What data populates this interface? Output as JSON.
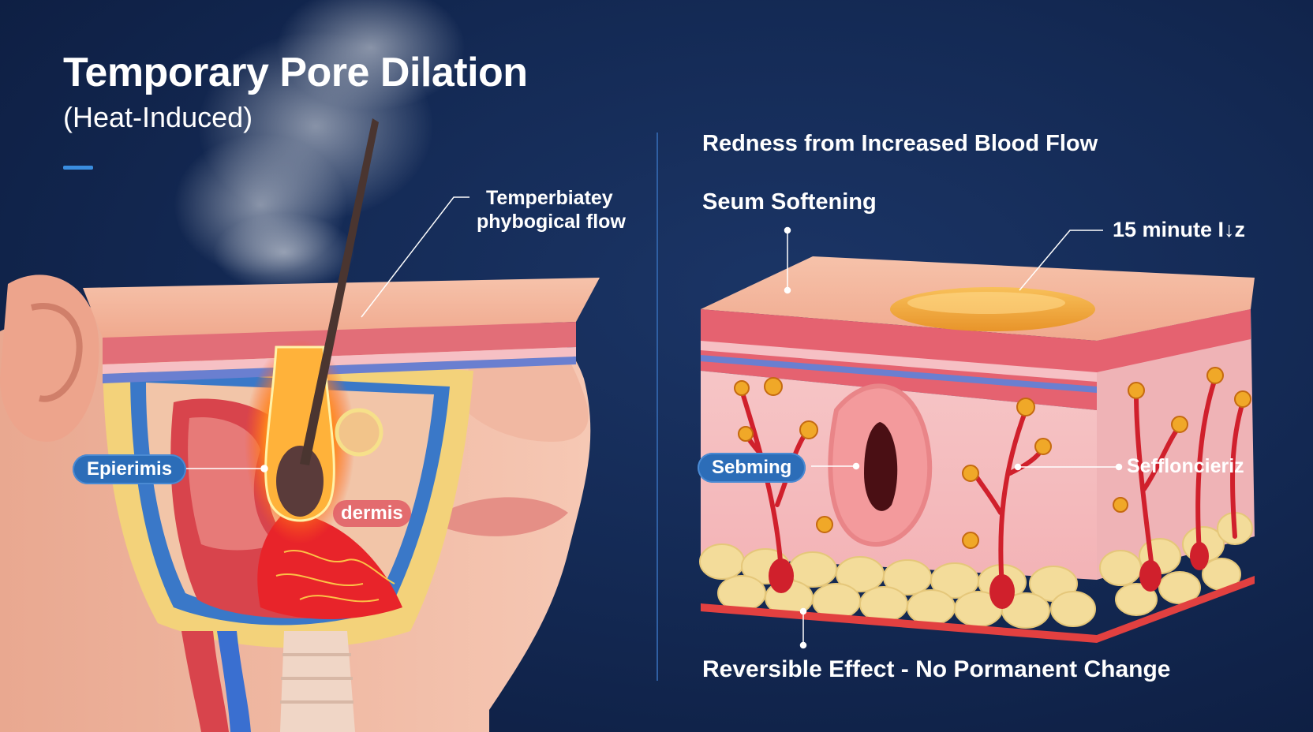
{
  "title": "Temporary Pore Dilation",
  "subtitle": "(Heat-Induced)",
  "colors": {
    "background": "#142a55",
    "accent_blue": "#3a8ddf",
    "skin": "#f2a98c",
    "blood_vessel": "#d0202c",
    "fat": "#f3dc9a",
    "heat_glow": "#ff7a1a"
  },
  "left_panel": {
    "callout_temp_line1": "Temperbiatey",
    "callout_temp_line2": "phybogical flow",
    "label_epidermis": "Epierimis",
    "label_dermis": "dermis"
  },
  "right_panel": {
    "header_redness": "Redness from Increased Blood Flow",
    "label_sebum": "Seum Softening",
    "label_minute": "15 minute I↓z",
    "label_sebming": "Sebming",
    "label_seffl": "Seffloncieriz",
    "footer_reversible": "Reversible Effect - No Pormanent Change"
  }
}
